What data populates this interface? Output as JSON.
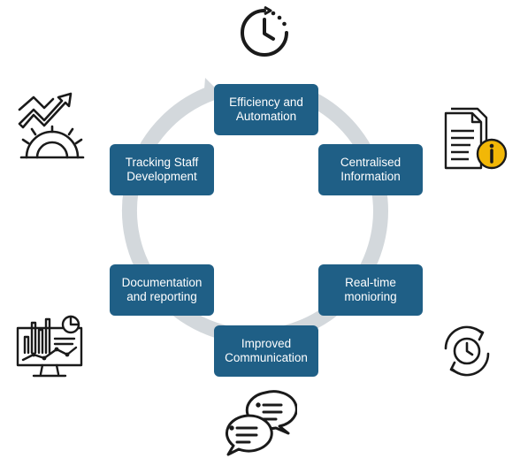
{
  "cycle": {
    "steps": [
      {
        "id": "efficiency",
        "label": "Efficiency and Automation",
        "icon": "clock-icon"
      },
      {
        "id": "centralised",
        "label": "Centralised Information",
        "icon": "document-info-icon"
      },
      {
        "id": "realtime",
        "label": "Real-time monioring",
        "icon": "refresh-clock-icon"
      },
      {
        "id": "communication",
        "label": "Improved Communication",
        "icon": "chat-bubbles-icon"
      },
      {
        "id": "documentation",
        "label": "Documentation and reporting",
        "icon": "dashboard-monitor-icon"
      },
      {
        "id": "tracking",
        "label": "Tracking Staff Development",
        "icon": "growth-gear-icon"
      }
    ]
  },
  "colors": {
    "box_fill": "#1f5f86",
    "box_text": "#ffffff",
    "ring": "#d3d8dc",
    "icon_stroke": "#1a1a1a",
    "info_badge": "#f2b707"
  }
}
